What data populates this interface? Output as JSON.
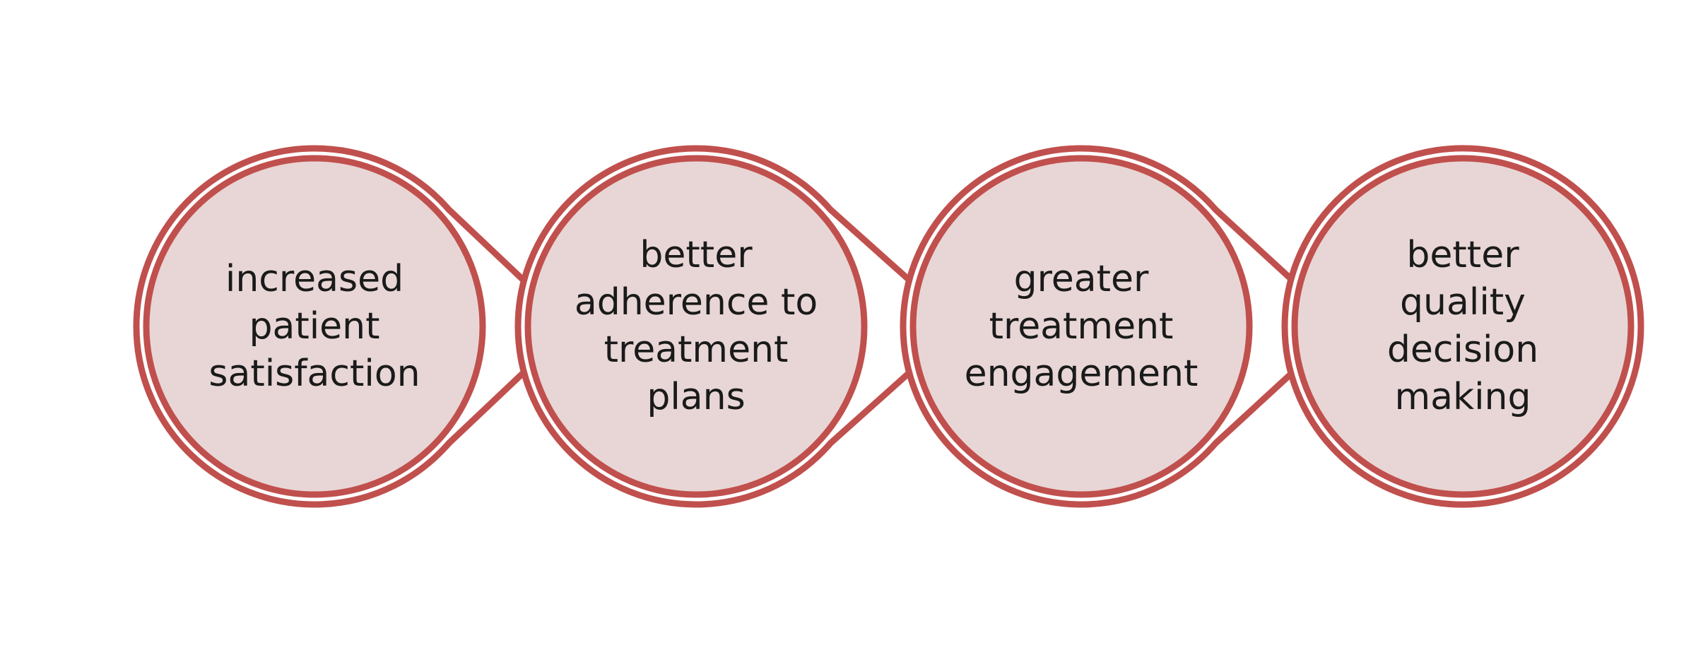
{
  "steps": [
    {
      "lines": [
        "increased",
        "patient",
        "satisfaction"
      ]
    },
    {
      "lines": [
        "better",
        "adherence to",
        "treatment",
        "plans"
      ]
    },
    {
      "lines": [
        "greater",
        "treatment",
        "engagement"
      ]
    },
    {
      "lines": [
        "better",
        "quality",
        "decision",
        "making"
      ]
    }
  ],
  "colors": {
    "outline": "#c0504d",
    "fill": "#e8d6d6",
    "text": "#1a1a1a"
  }
}
